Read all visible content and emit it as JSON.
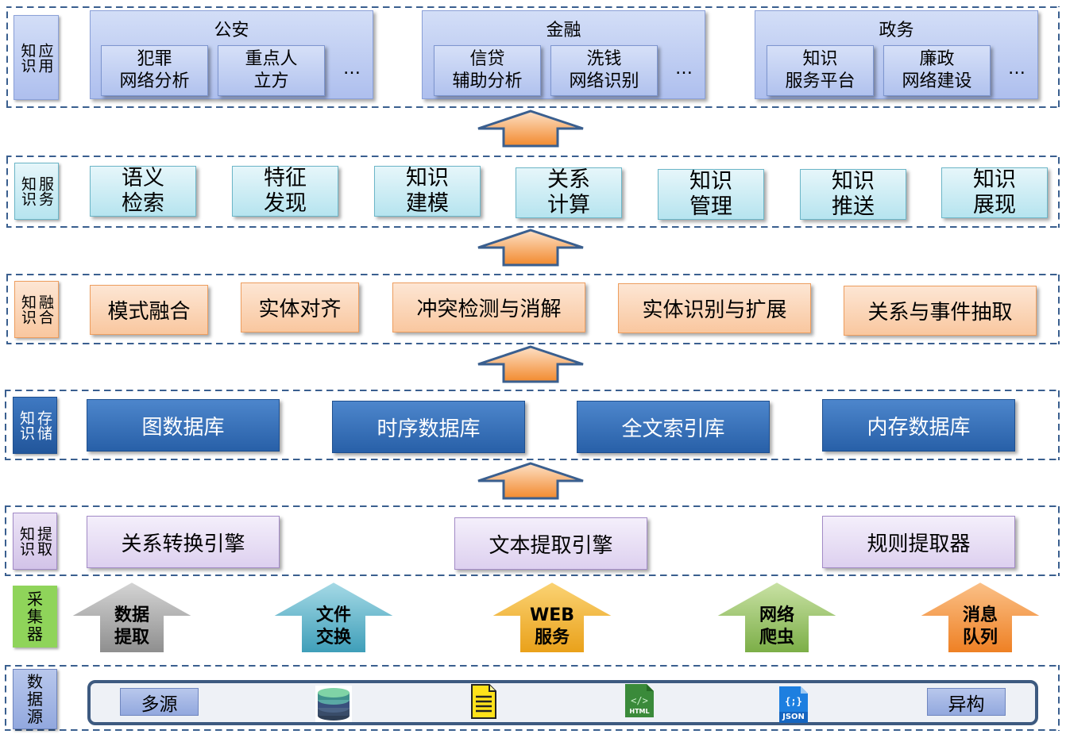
{
  "layers": {
    "application": {
      "tag": [
        "知识",
        "应用"
      ],
      "groups": [
        {
          "title": "公安",
          "items": [
            "犯罪\n网络分析",
            "重点人\n立方"
          ],
          "more": "…"
        },
        {
          "title": "金融",
          "items": [
            "信贷\n辅助分析",
            "洗钱\n网络识别"
          ],
          "more": "…"
        },
        {
          "title": "政务",
          "items": [
            "知识\n服务平台",
            "廉政\n网络建设"
          ],
          "more": "…"
        }
      ]
    },
    "service": {
      "tag": [
        "知识",
        "服务"
      ],
      "items": [
        "语义\n检索",
        "特征\n发现",
        "知识\n建模",
        "关系\n计算",
        "知识\n管理",
        "知识\n推送",
        "知识\n展现"
      ]
    },
    "fusion": {
      "tag": [
        "知识",
        "融合"
      ],
      "items": [
        "模式融合",
        "实体对齐",
        "冲突检测与消解",
        "实体识别与扩展",
        "关系与事件抽取"
      ]
    },
    "storage": {
      "tag": [
        "知识",
        "存储"
      ],
      "items": [
        "图数据库",
        "时序数据库",
        "全文索引库",
        "内存数据库"
      ]
    },
    "extraction": {
      "tag": [
        "知识",
        "提取"
      ],
      "items": [
        "关系转换引擎",
        "文本提取引擎",
        "规则提取器"
      ]
    },
    "collector": {
      "tag": "采\n集\n器",
      "items": [
        {
          "label": "数据\n提取",
          "color": "#a9a9a9"
        },
        {
          "label": "文件\n交换",
          "color": "#5db3c9"
        },
        {
          "label": "WEB\n服务",
          "color": "#f5b82e"
        },
        {
          "label": "网络\n爬虫",
          "color": "#9cc56b"
        },
        {
          "label": "消息\n队列",
          "color": "#f59a45"
        }
      ]
    },
    "source": {
      "tag": "数\n据\n源",
      "left_label": "多源",
      "right_label": "异构",
      "icons": [
        "database-icon",
        "document-icon",
        "html-file-icon",
        "json-file-icon"
      ],
      "html_icon_text": "HTML",
      "json_icon_text": "JSON",
      "json_icon_glyph": "{;}"
    }
  },
  "colors": {
    "application": "#aebfee",
    "service": "#b6e4ef",
    "fusion": "#f9c79f",
    "storage": "#2860a8",
    "extraction": "#ddd0ef",
    "collector_tag": "#8fd45a",
    "arrow_fill": "#f28a2e",
    "arrow_outline": "#3a5f8f",
    "border": "#3a5f8f"
  }
}
